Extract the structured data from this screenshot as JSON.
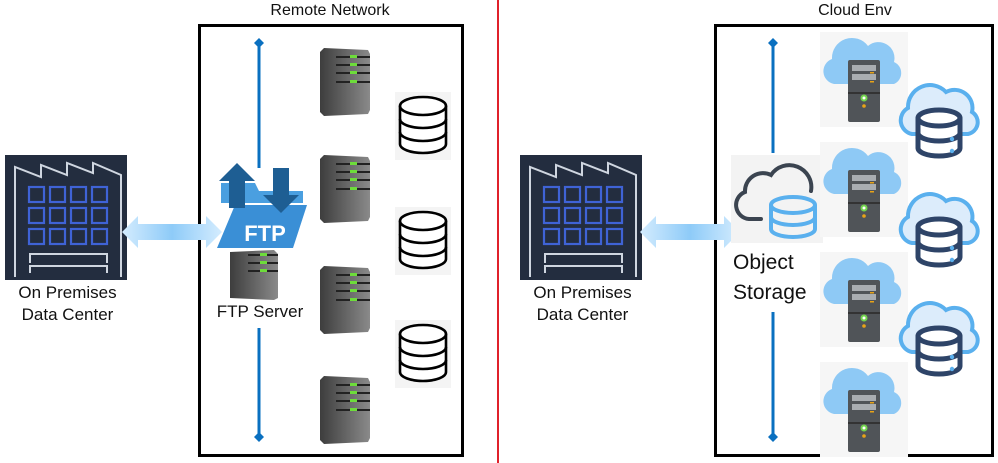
{
  "left_panel": {
    "title": "Remote Network",
    "datacenter_label_line1": "On Premises",
    "datacenter_label_line2": "Data Center",
    "ftp_badge": "FTP",
    "ftp_server_label": "FTP Server",
    "server_count": 4,
    "database_count": 3
  },
  "right_panel": {
    "title": "Cloud Env",
    "datacenter_label_line1": "On Premises",
    "datacenter_label_line2": "Data Center",
    "object_storage_line1": "Object",
    "object_storage_line2": "Storage",
    "cloud_server_count": 4,
    "cloud_database_count": 3
  },
  "colors": {
    "divider": "#e0212b",
    "arrow_blue": "#0a70c0",
    "datacenter_bg": "#232d3f",
    "window_blue": "#3f63d6",
    "ftp_folder": "#3a8fd6",
    "ftp_arrows": "#1e5e93",
    "cloud_light": "#8ec9f5",
    "cloud_db_navy": "#2e4468",
    "transfer_arrow": "#9fd3fb"
  }
}
